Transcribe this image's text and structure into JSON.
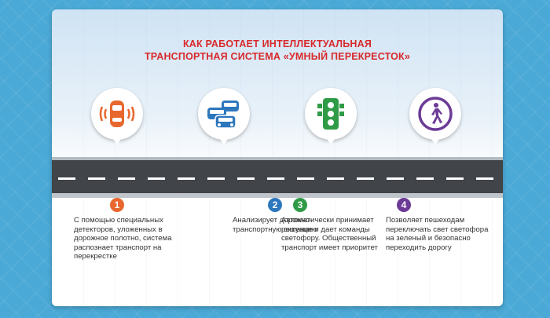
{
  "title": {
    "line1": "КАК РАБОТАЕТ ИНТЕЛЛЕКТУАЛЬНАЯ",
    "line2": "ТРАНСПОРТНАЯ СИСТЕМА «УМНЫЙ ПЕРЕКРЕСТОК»"
  },
  "colors": {
    "step1": "#e8672e",
    "step2": "#2d77bd",
    "step3": "#2f9b47",
    "step4": "#6b3b96",
    "title": "#d8292b"
  },
  "steps": [
    {
      "number": "1",
      "icon": "car-sensor-icon",
      "text": "С помощью специальных детекторов, уложенных в дорожное полотно, система распознает транспорт на перекрестке"
    },
    {
      "number": "2",
      "icon": "traffic-cars-icon",
      "text": "Анализирует дорожно-транспортную ситуацию"
    },
    {
      "number": "3",
      "icon": "traffic-light-icon",
      "text": "Автоматически принимает решение и дает команды светофору. Общественный транспорт имеет приоритет"
    },
    {
      "number": "4",
      "icon": "pedestrian-icon",
      "text": "Позволяет пешеходам переключать свет светофора на зеленый и безопасно переходить дорогу"
    }
  ]
}
